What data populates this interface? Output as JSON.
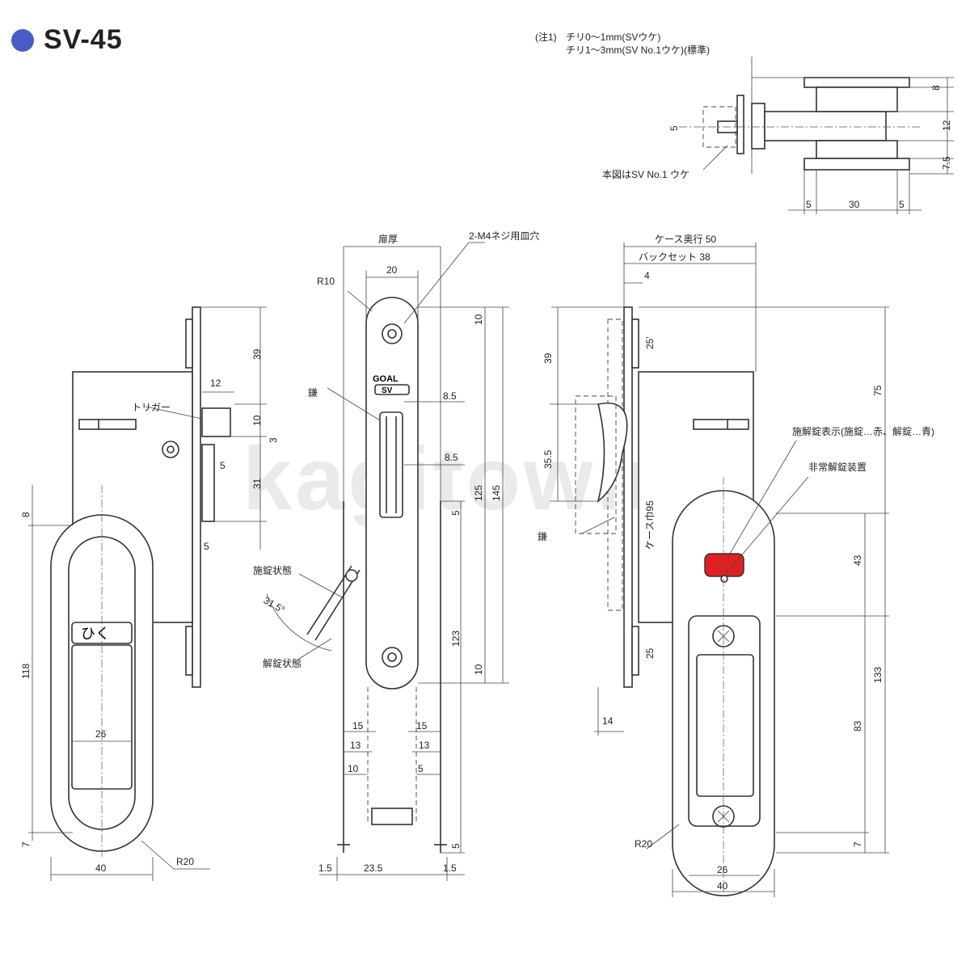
{
  "title": "SV-45",
  "colors": {
    "title_dot": "#4a5bc8",
    "note_red": "#e03030",
    "indicator_red": "#e02020",
    "line": "#333333"
  },
  "notes": {
    "note_prefix": "(注1)",
    "note_line1": "チリ0～1mm(SVウケ)",
    "note_line2": "チリ1～3mm(SV No.1ウケ)(標準)",
    "strike_caption": "本図はSV No.1 ウケ"
  },
  "watermark": "kagitown",
  "strike_view": {
    "dims": {
      "d8": "8",
      "d12": "12",
      "d7_5": "7.5",
      "d5_left": "5",
      "d5_a": "5",
      "d30": "30",
      "d5_b": "5"
    }
  },
  "front_view": {
    "labels": {
      "trigger": "トリガー"
    },
    "handle_text": "ひく",
    "dims": {
      "d39": "39",
      "d12": "12",
      "d10": "10",
      "d3": "3",
      "d5_a": "5",
      "d31": "31",
      "d5_b": "5",
      "d8": "8",
      "d118": "118",
      "d26": "26",
      "d7": "7",
      "d40": "40",
      "r20": "R20"
    }
  },
  "side_view": {
    "labels": {
      "door_thickness": "扉厚",
      "screw_hole": "2-M4ネジ用皿穴",
      "r10": "R10",
      "hook": "鎌",
      "locked_state": "施錠状態",
      "unlocked_state": "解錠状態",
      "angle": "31.5°"
    },
    "logo": {
      "brand": "GOAL",
      "mark": "SV"
    },
    "dims": {
      "d20": "20",
      "d10_top": "10",
      "d8_5_a": "8.5",
      "d8_5_b": "8.5",
      "d125": "125",
      "d145": "145",
      "d5_mid": "5",
      "d123": "123",
      "d10_bot": "10",
      "d15_l": "15",
      "d13_l": "13",
      "d10_l": "10",
      "d15_r": "15",
      "d13_r": "13",
      "d5_r": "5",
      "d5_bot": "5",
      "d1_5_l": "1.5",
      "d23_5": "23.5",
      "d1_5_r": "1.5"
    }
  },
  "back_view": {
    "labels": {
      "case_depth": "ケース奥行 50",
      "backset": "バックセット 38",
      "hook": "鎌",
      "case_width": "ケース巾95",
      "indicator": "施解錠表示(施錠…赤、解錠…青)",
      "emergency": "非常解錠装置"
    },
    "dims": {
      "d4": "4",
      "d25_top": "25'",
      "d39": "39",
      "d75": "75",
      "d35_5": "35.5",
      "d43": "43",
      "d25_bot": "25",
      "d133": "133",
      "d83": "83",
      "d14": "14",
      "d7": "7",
      "r20": "R20",
      "d26": "26",
      "d40": "40"
    }
  }
}
